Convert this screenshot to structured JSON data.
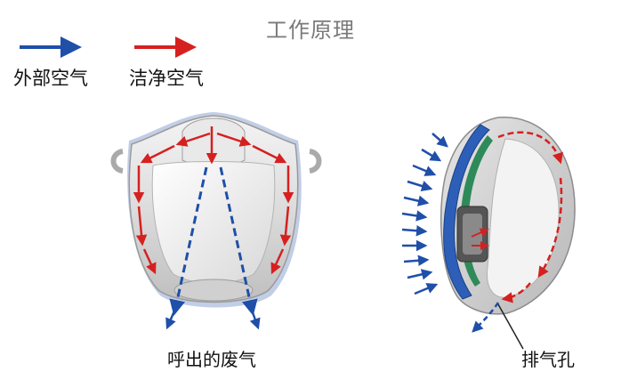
{
  "title": "工作原理",
  "legend": {
    "outside_air": {
      "label": "外部空气",
      "color": "#1f4fa8"
    },
    "clean_air": {
      "label": "洁净空气",
      "color": "#d62020"
    }
  },
  "captions": {
    "exhaled_air": "呼出的废气",
    "vent_hole": "排气孔"
  }
}
